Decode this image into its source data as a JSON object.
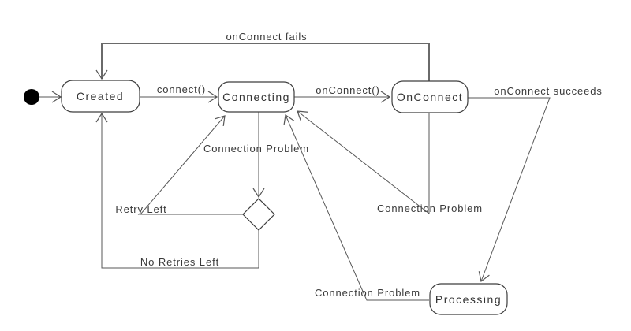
{
  "diagram": {
    "type": "uml-state-machine",
    "background": "#ffffff",
    "colors": {
      "line": "#575757",
      "bold_line": "#6a6a6a",
      "state_border": "#3d3d3d",
      "state_fill": "#ffffff",
      "text": "#333333",
      "initial_fill": "#000000"
    },
    "states": [
      {
        "id": "initial",
        "kind": "initial-pseudostate",
        "label": ""
      },
      {
        "id": "created",
        "kind": "state",
        "label": "Created"
      },
      {
        "id": "connecting",
        "kind": "state",
        "label": "Connecting"
      },
      {
        "id": "onconnect",
        "kind": "state",
        "label": "OnConnect"
      },
      {
        "id": "processing",
        "kind": "state",
        "label": "Processing"
      },
      {
        "id": "choice",
        "kind": "choice-pseudostate",
        "label": ""
      }
    ],
    "transitions": [
      {
        "from": "initial",
        "to": "created",
        "label": ""
      },
      {
        "from": "created",
        "to": "connecting",
        "label": "connect()"
      },
      {
        "from": "connecting",
        "to": "onconnect",
        "label": "onConnect()"
      },
      {
        "from": "onconnect",
        "to": "created",
        "label": "onConnect fails"
      },
      {
        "from": "connecting",
        "to": "choice",
        "label": "Connection Problem"
      },
      {
        "from": "choice",
        "to": "connecting",
        "label": "Retry Left"
      },
      {
        "from": "choice",
        "to": "created",
        "label": "No Retries Left"
      },
      {
        "from": "onconnect",
        "to": "connecting",
        "label": "Connection Problem"
      },
      {
        "from": "processing",
        "to": "connecting",
        "label": "Connection Problem"
      },
      {
        "from": "onconnect",
        "to": "processing",
        "label": "onConnect succeeds"
      }
    ]
  }
}
